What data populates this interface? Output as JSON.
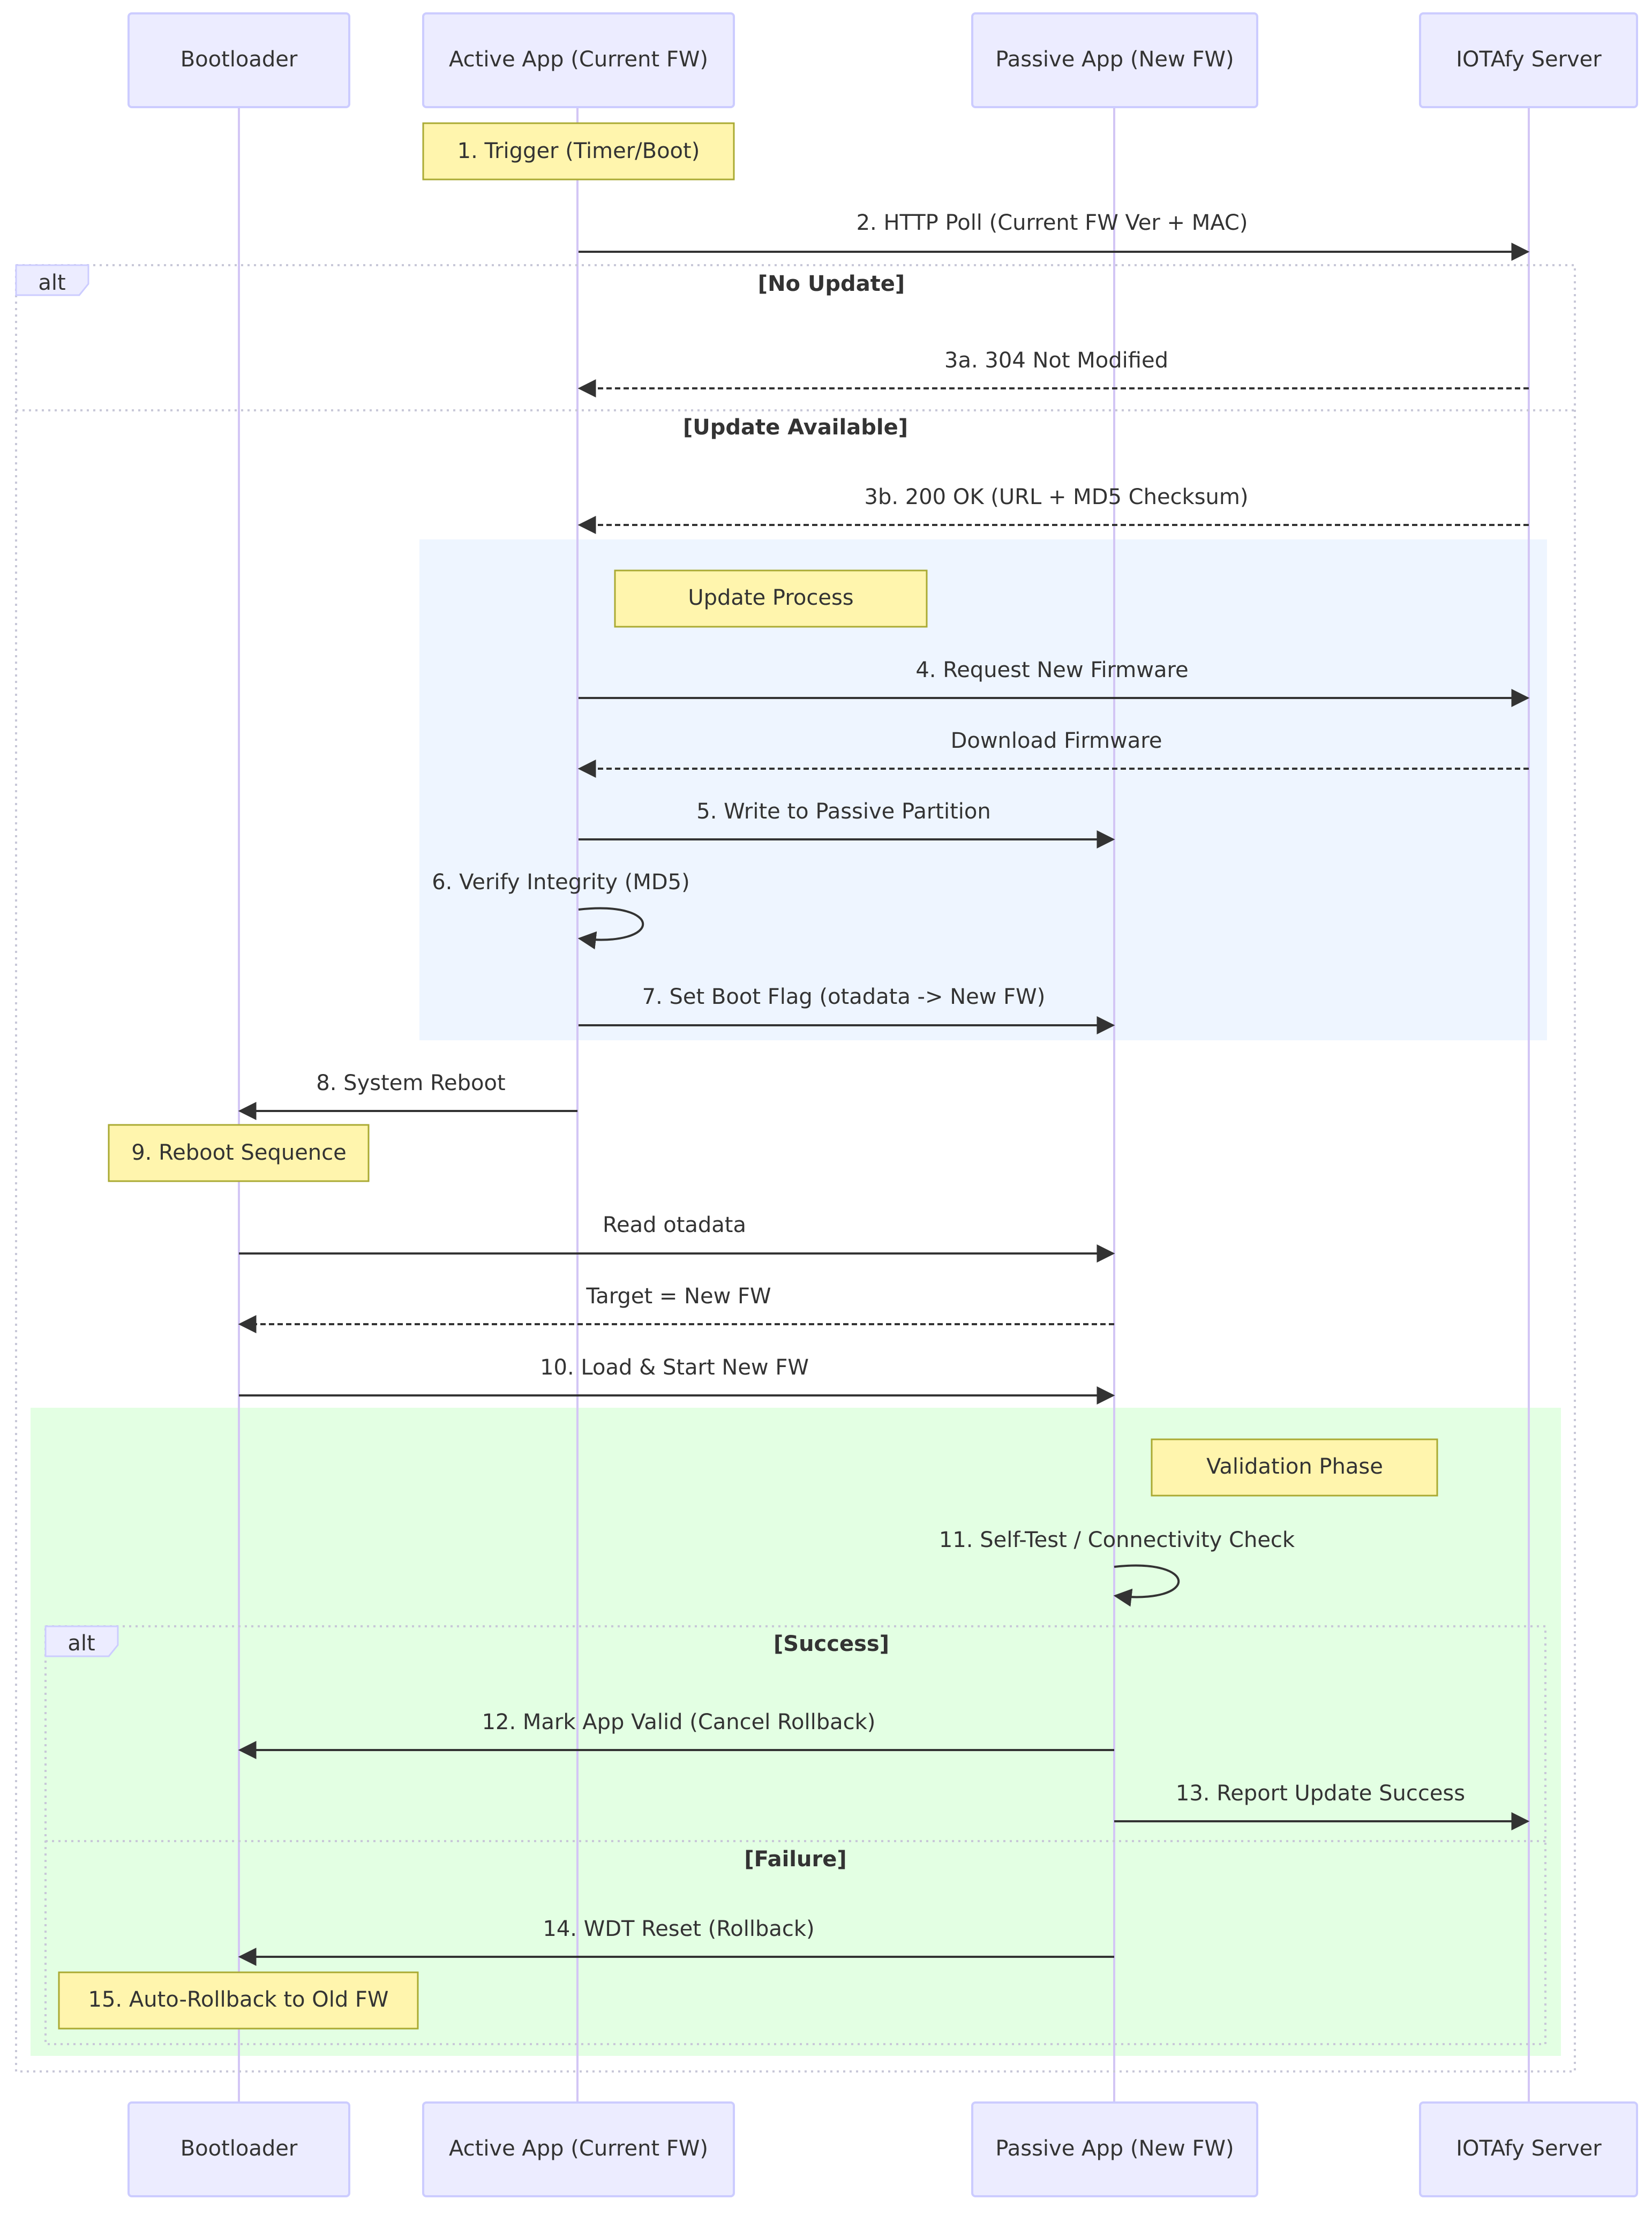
{
  "participants": [
    {
      "id": "bootloader",
      "label": "Bootloader"
    },
    {
      "id": "active",
      "label": "Active App (Current FW)"
    },
    {
      "id": "passive",
      "label": "Passive App (New FW)"
    },
    {
      "id": "server",
      "label": "IOTAfy Server"
    }
  ],
  "notes": {
    "trigger": "1. Trigger (Timer/Boot)",
    "update_process": "Update Process",
    "reboot_sequence": "9. Reboot Sequence",
    "validation_phase": "Validation Phase",
    "auto_rollback": "15. Auto-Rollback to Old FW"
  },
  "messages": {
    "m2": "2. HTTP Poll (Current FW Ver + MAC)",
    "m3a": "3a. 304 Not Modified",
    "m3b": "3b. 200 OK (URL + MD5 Checksum)",
    "m4": "4. Request New Firmware",
    "m_download": "Download Firmware",
    "m5": "5. Write to Passive Partition",
    "m6": "6. Verify Integrity (MD5)",
    "m7": "7. Set Boot Flag (otadata -> New FW)",
    "m8": "8. System Reboot",
    "m_read": "Read otadata",
    "m_target": "Target = New FW",
    "m10": "10. Load & Start New FW",
    "m11": "11. Self-Test / Connectivity Check",
    "m12": "12. Mark App Valid (Cancel Rollback)",
    "m13": "13. Report Update Success",
    "m14": "14. WDT Reset (Rollback)"
  },
  "frames": {
    "outer_alt": {
      "label": "alt",
      "section1": "[No Update]",
      "section2": "[Update Available]"
    },
    "inner_alt": {
      "label": "alt",
      "section1": "[Success]",
      "section2": "[Failure]"
    }
  },
  "colors": {
    "actor_fill": "#ECECFF",
    "actor_border": "#CCCCFF",
    "lifeline": "#D3C6F5",
    "note_fill": "#FFF5AD",
    "note_border": "#AAAA33",
    "update_rect": "#EEF5FF",
    "validation_rect": "#E3FFE3",
    "arrow": "#333333",
    "frame_border": "#C8C8D8"
  }
}
